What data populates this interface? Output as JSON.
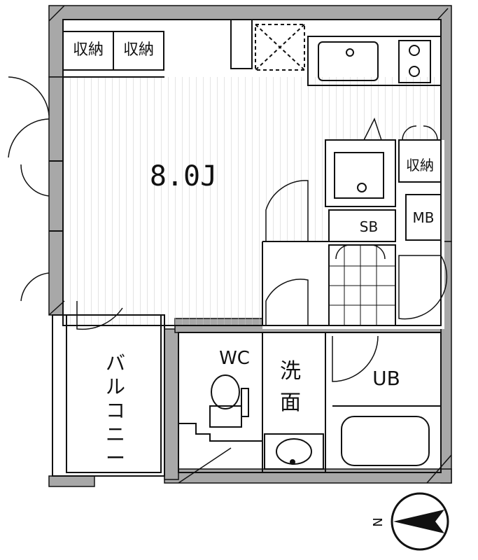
{
  "rooms": {
    "main": "8.0J",
    "closet_left": "収納",
    "closet_right": "収納",
    "closet_small": "収納",
    "shoe_box": "SB",
    "meter_box": "MB",
    "toilet": "WC",
    "washroom_line1": "洗",
    "washroom_line2": "面",
    "bath": "UB",
    "balcony_chars": [
      "バ",
      "ル",
      "コ",
      "ニ",
      "ー"
    ]
  },
  "compass": {
    "label": "N"
  },
  "colors": {
    "wall": "#a8a8a8",
    "line": "#111111",
    "floor": "#ffffff"
  }
}
